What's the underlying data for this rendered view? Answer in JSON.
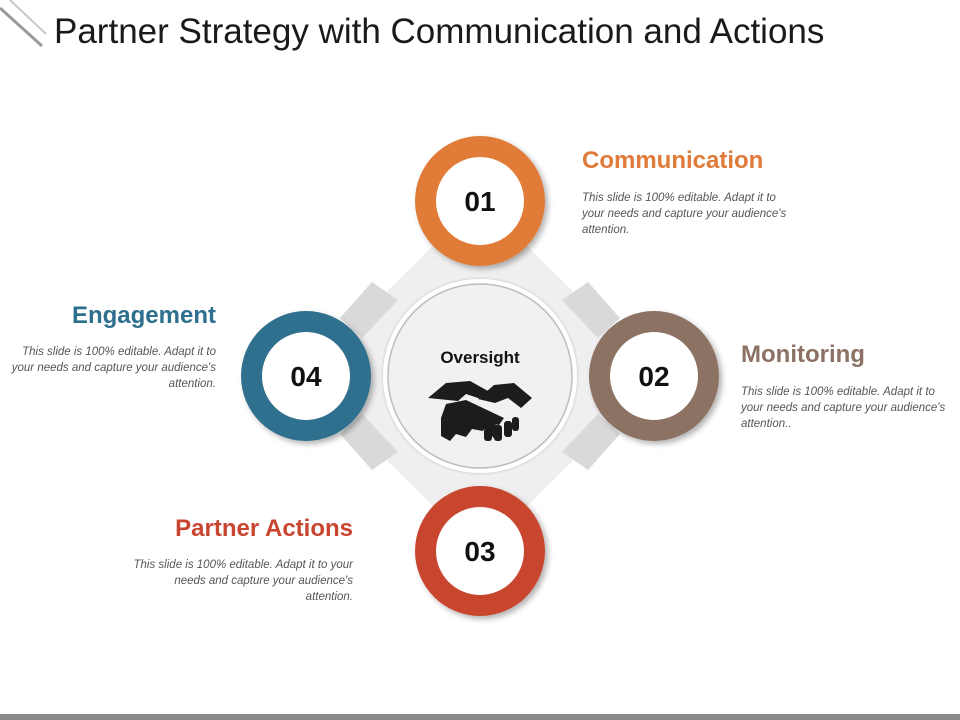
{
  "title": "Partner Strategy with Communication and Actions",
  "center": {
    "label": "Oversight",
    "icon": "handshake-icon"
  },
  "colors": {
    "communication": "#E07B39",
    "monitoring": "#8B7264",
    "partner_actions": "#C8452F",
    "engagement": "#2E6F8E"
  },
  "steps": [
    {
      "number": "01",
      "heading": "Communication",
      "description": "This slide is 100% editable. Adapt it to your needs and capture your audience's attention."
    },
    {
      "number": "02",
      "heading": "Monitoring",
      "description": "This slide is 100% editable. Adapt it to your needs and capture your audience's attention.."
    },
    {
      "number": "03",
      "heading": "Partner Actions",
      "description": "This slide is 100% editable. Adapt it to your needs and capture your audience's attention."
    },
    {
      "number": "04",
      "heading": "Engagement",
      "description": "This slide is 100% editable. Adapt it to your needs and capture your audience's attention."
    }
  ]
}
